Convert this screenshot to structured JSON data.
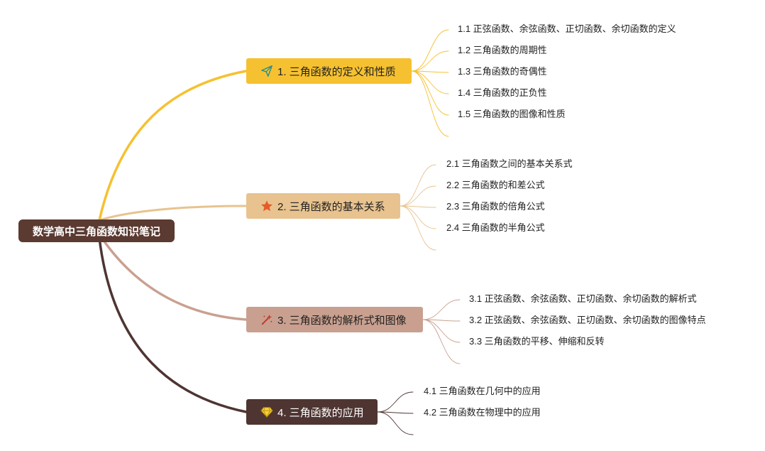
{
  "root": {
    "label": "数学高中三角函数知识笔记"
  },
  "branches": [
    {
      "label": "1. 三角函数的定义和性质",
      "icon": "paper-plane-icon",
      "color": "#f6c130",
      "line_color": "#f6c130",
      "text_color": "#222222",
      "leaves": [
        "1.1 正弦函数、余弦函数、正切函数、余切函数的定义",
        "1.2 三角函数的周期性",
        "1.3 三角函数的奇偶性",
        "1.4 三角函数的正负性",
        "1.5 三角函数的图像和性质"
      ]
    },
    {
      "label": "2. 三角函数的基本关系",
      "icon": "star-icon",
      "color": "#e8c38f",
      "line_color": "#e8c38f",
      "text_color": "#222222",
      "leaves": [
        "2.1 三角函数之间的基本关系式",
        "2.2 三角函数的和差公式",
        "2.3 三角函数的倍角公式",
        "2.4 三角函数的半角公式"
      ]
    },
    {
      "label": "3. 三角函数的解析式和图像",
      "icon": "magic-wand-icon",
      "color": "#c9a090",
      "line_color": "#c9a090",
      "text_color": "#222222",
      "leaves": [
        "3.1 正弦函数、余弦函数、正切函数、余切函数的解析式",
        "3.2 正弦函数、余弦函数、正切函数、余切函数的图像特点",
        "3.3 三角函数的平移、伸缩和反转"
      ]
    },
    {
      "label": "4. 三角函数的应用",
      "icon": "diamond-icon",
      "color": "#4e3532",
      "line_color": "#4e3532",
      "text_color": "#ffffff",
      "leaves": [
        "4.1 三角函数在几何中的应用",
        "4.2 三角函数在物理中的应用"
      ]
    }
  ]
}
